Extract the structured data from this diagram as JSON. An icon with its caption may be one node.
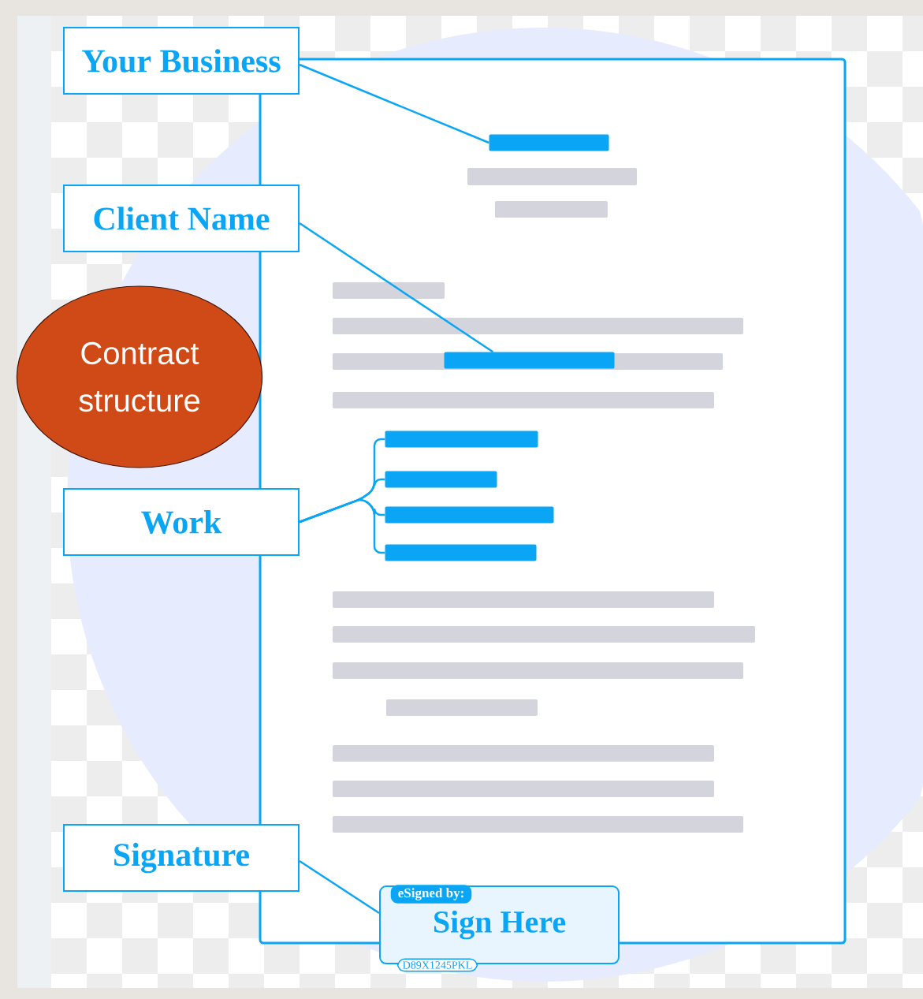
{
  "diagram": {
    "nodes": [
      {
        "text": [
          "Your Business"
        ]
      },
      {
        "text": [
          "Client Name"
        ]
      },
      {
        "text": [
          "Contract structure"
        ]
      },
      {
        "text": [
          "Work"
        ]
      },
      {
        "text": [
          "Signature"
        ]
      },
      {
        "text": [],
        "shape": "box"
      },
      {
        "text": [],
        "shape": "bar",
        "in": 5
      },
      {
        "text": [],
        "shape": "bar",
        "in": 5
      },
      {
        "text": [],
        "shape": "bar",
        "in": 5
      },
      {
        "text": [],
        "shape": "bar",
        "in": 5
      },
      {
        "text": [],
        "shape": "bar",
        "in": 5
      },
      {
        "text": [],
        "shape": "bar",
        "in": 5
      },
      {
        "text": [
          "eSigned by:",
          "Sign Here",
          "D89X1245PKL"
        ]
      }
    ],
    "edges": [
      {
        "from": 0,
        "to": 6,
        "arrow": "none"
      },
      {
        "from": 1,
        "to": 7,
        "arrow": "none"
      },
      {
        "from": 3,
        "to": 8,
        "arrow": "none"
      },
      {
        "from": 3,
        "to": 9,
        "arrow": "none"
      },
      {
        "from": 3,
        "to": 10,
        "arrow": "none"
      },
      {
        "from": 3,
        "to": 11,
        "arrow": "none"
      },
      {
        "from": 4,
        "to": 12,
        "arrow": "none"
      }
    ]
  }
}
